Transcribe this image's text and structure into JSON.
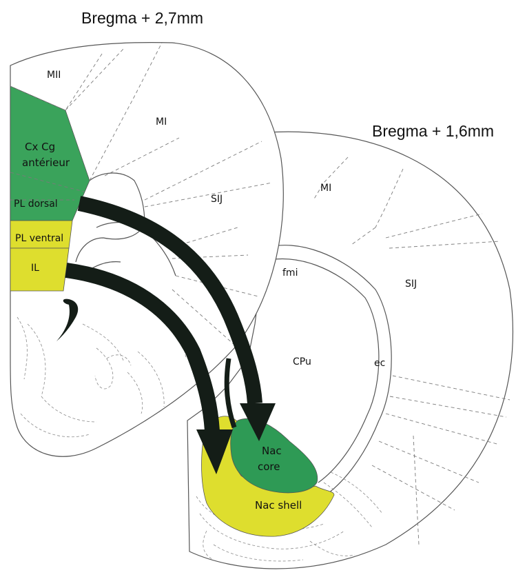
{
  "titles": {
    "anterior": "Bregma + 2,7mm",
    "posterior": "Bregma + 1,6mm"
  },
  "regions": {
    "mii": "MII",
    "mi_anterior": "MI",
    "cx_cg_line1": "Cx Cg",
    "cx_cg_line2": "antérieur",
    "pl_dorsal": "PL dorsal",
    "pl_ventral": "PL ventral",
    "il": "IL",
    "sij_anterior": "SIJ",
    "mi_posterior": "MI",
    "sij_posterior": "SIJ",
    "fmi": "fmi",
    "cpu": "CPu",
    "ec": "ec",
    "nac_core_line1": "Nac",
    "nac_core_line2": "core",
    "nac_shell": "Nac shell"
  },
  "colors": {
    "cingulate_green": "#3aa35b",
    "core_green": "#2e9a55",
    "infralimbic_yellow": "#dede2e",
    "arrow_black": "#141d17"
  }
}
